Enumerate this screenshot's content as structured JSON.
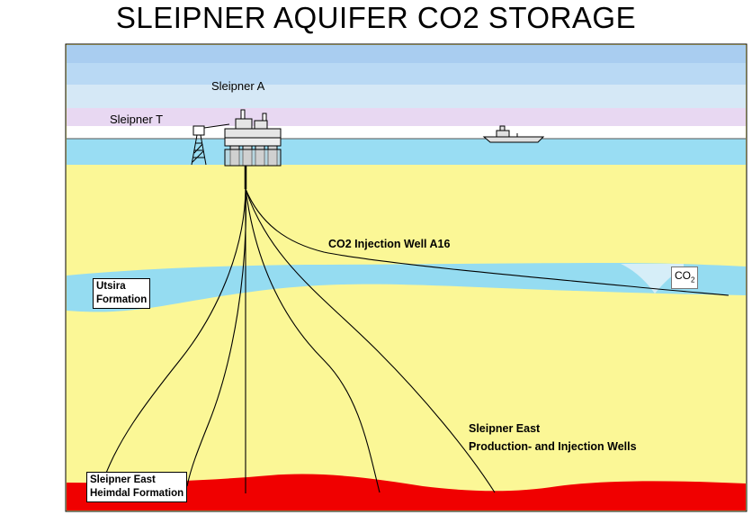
{
  "title": "SLEIPNER AQUIFER CO2 STORAGE",
  "labels": {
    "sleipner_a": "Sleipner A",
    "sleipner_t": "Sleipner  T",
    "injection_well": "CO2 Injection Well A16",
    "east_wells_line1": "Sleipner East",
    "east_wells_line2": "Production- and Injection Wells",
    "utsira_line1": "Utsira",
    "utsira_line2": "Formation",
    "heimdal_line1": "Sleipner East",
    "heimdal_line2": "Heimdal Formation",
    "co2_main": "CO",
    "co2_sub": "2"
  },
  "colors": {
    "sky_bands": [
      "#a9cdf0",
      "#b9d9f4",
      "#cde4f6",
      "#dceaf6",
      "#e8d8f2"
    ],
    "sea": "#99ddf3",
    "sediment": "#fbf796",
    "aquifer": "#95dcf1",
    "reservoir": "#f00000",
    "co2_plume": "#d6eef8"
  }
}
